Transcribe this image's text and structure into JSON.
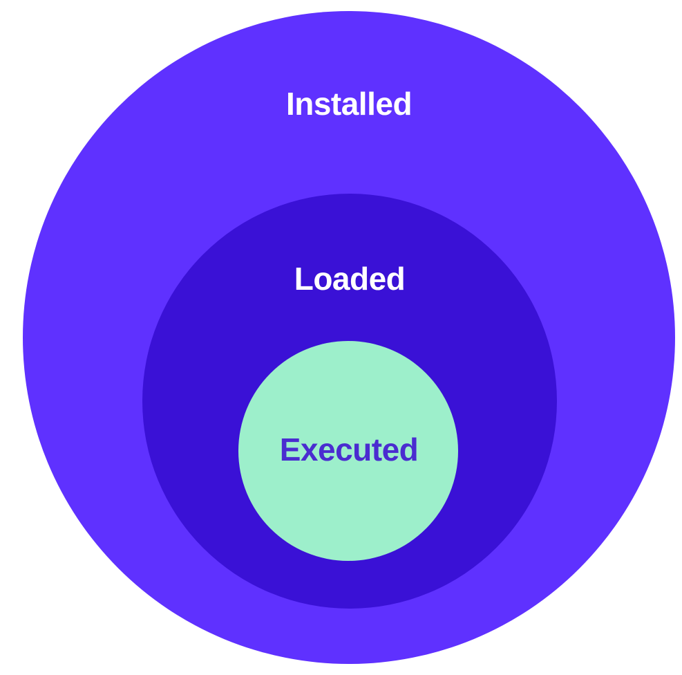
{
  "diagram": {
    "rings": [
      {
        "key": "installed",
        "label": "Installed",
        "fill": "#5F31FF",
        "text_color": "#FFFFFF"
      },
      {
        "key": "loaded",
        "label": "Loaded",
        "fill": "#3A11D6",
        "text_color": "#FFFFFF"
      },
      {
        "key": "executed",
        "label": "Executed",
        "fill": "#9DEFCB",
        "text_color": "#4A2CD0"
      }
    ]
  }
}
